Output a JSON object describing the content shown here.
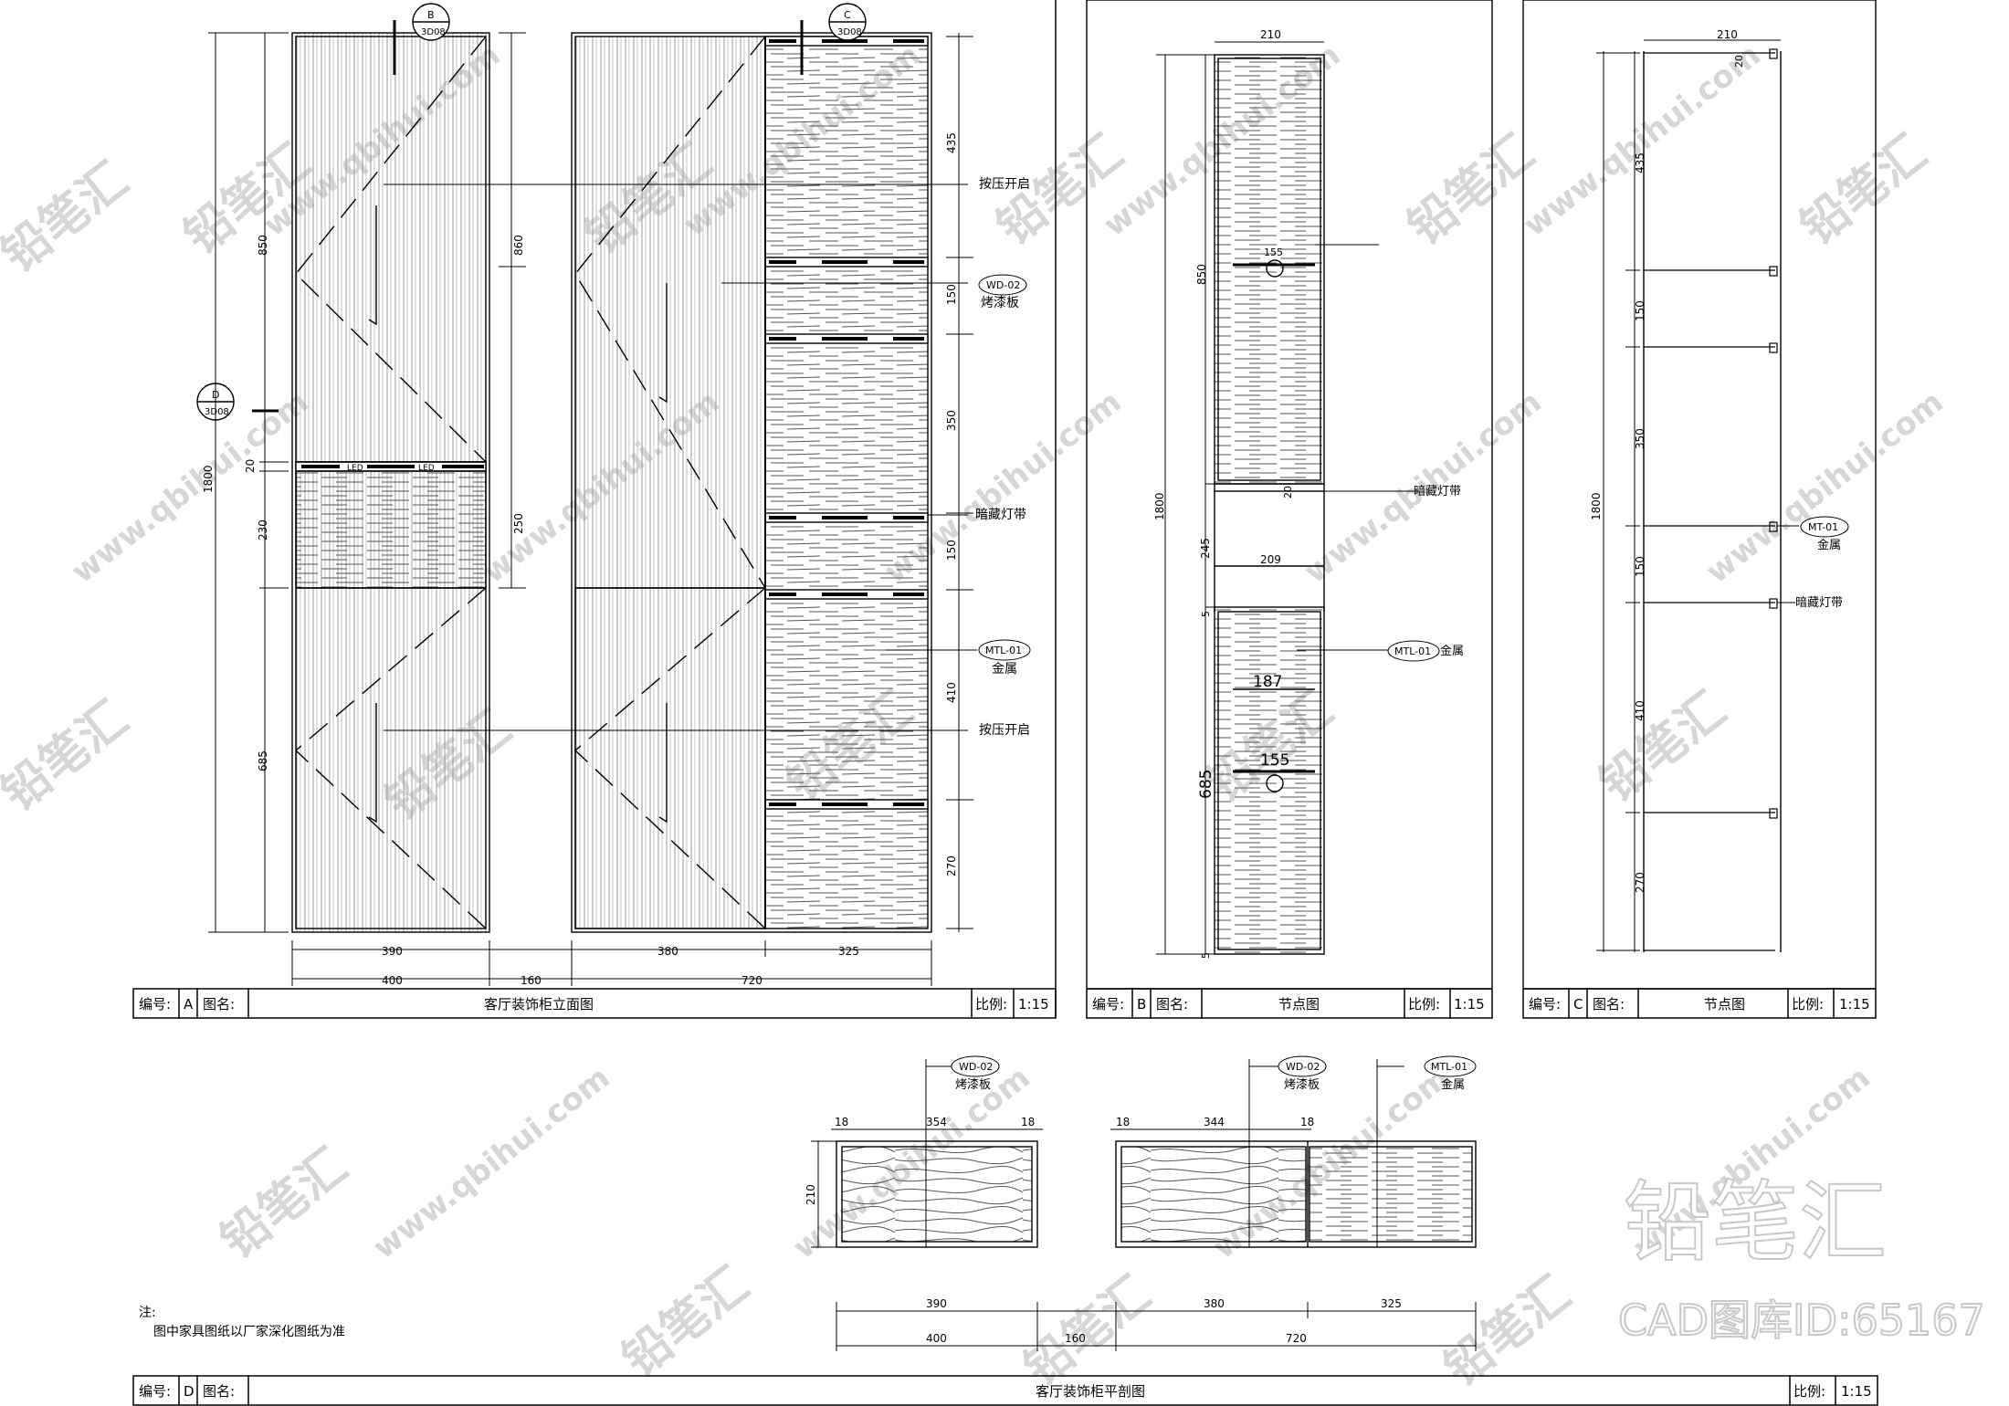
{
  "panels": {
    "A": {
      "code_label": "编号:",
      "code": "A",
      "name_label": "图名:",
      "title": "客厅装饰柜立面图",
      "scale_label": "比例:",
      "scale": "1:15"
    },
    "B": {
      "code_label": "编号:",
      "code": "B",
      "name_label": "图名:",
      "title": "节点图",
      "scale_label": "比例:",
      "scale": "1:15"
    },
    "C": {
      "code_label": "编号:",
      "code": "C",
      "name_label": "图名:",
      "title": "节点图",
      "scale_label": "比例:",
      "scale": "1:15"
    },
    "D": {
      "code_label": "编号:",
      "code": "D",
      "name_label": "图名:",
      "title": "客厅装饰柜平剖图",
      "scale_label": "比例:",
      "scale": "1:15"
    }
  },
  "callouts": {
    "B": {
      "top": "B",
      "bottom": "3D08"
    },
    "C": {
      "top": "C",
      "bottom": "3D08"
    },
    "D": {
      "top": "D",
      "bottom": "3D08"
    }
  },
  "labels": {
    "press_open": "按压开启",
    "wd02": "WD-02",
    "paint_board": "烤漆板",
    "hidden_light": "暗藏灯带",
    "mtl01": "MTL-01",
    "mt01": "MT-01",
    "metal": "金属",
    "led": "LED"
  },
  "dims_A": {
    "left_1800": "1800",
    "left_850": "850",
    "left_20": "20",
    "left_230": "230",
    "left_685": "685",
    "mid_860": "860",
    "mid_250": "250",
    "right_435": "435",
    "right_150a": "150",
    "right_350": "350",
    "right_150b": "150",
    "right_410": "410",
    "right_270": "270",
    "bottom_390": "390",
    "bottom_380": "380",
    "bottom_325": "325",
    "bottom_400": "400",
    "bottom_160": "160",
    "bottom_720": "720"
  },
  "dims_B": {
    "w210": "210",
    "h1800": "1800",
    "h850": "850",
    "d155a": "155",
    "d20": "20",
    "h245": "245",
    "w209": "209",
    "d5": "5",
    "d187": "187",
    "h685": "685",
    "d155b": "155",
    "d5b": "5"
  },
  "dims_C": {
    "w210": "210",
    "d20": "20",
    "h1800": "1800",
    "h435": "435",
    "h150a": "150",
    "h350": "350",
    "h150b": "150",
    "h410": "410",
    "h270": "270"
  },
  "dims_D": {
    "t18a": "18",
    "w354": "354",
    "t18b": "18",
    "h210": "210",
    "t18c": "18",
    "w344": "344",
    "t18d": "18",
    "b390": "390",
    "b380": "380",
    "b325": "325",
    "b400": "400",
    "b160": "160",
    "b720": "720"
  },
  "note": {
    "title": "注:",
    "text": "图中家具图纸以厂家深化图纸为准"
  },
  "watermark": {
    "site": "www.qbihui.com",
    "brand": "铅笔汇",
    "cad_id": "CAD图库ID:65167"
  }
}
